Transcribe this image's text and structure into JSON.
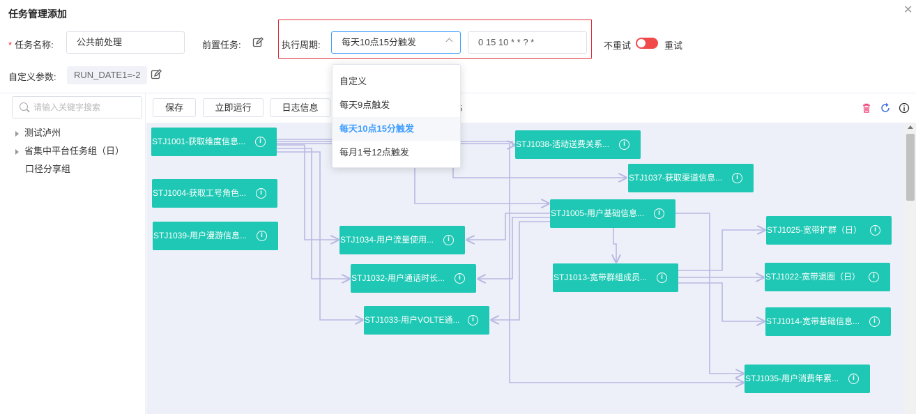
{
  "dialog": {
    "title": "任务管理添加"
  },
  "form": {
    "task_name_label": "任务名称:",
    "task_name_required": "*",
    "task_name_value": "公共前处理",
    "pre_task_label": "前置任务:",
    "cycle_label": "执行周期:",
    "cycle_selected": "每天10点15分触发",
    "cron_value": "0 15 10 * * ? *",
    "no_retry_label": "不重试",
    "retry_label": "重试",
    "param_label": "自定义参数:",
    "param_value": "RUN_DATE1=-2"
  },
  "dropdown": {
    "options": [
      "自定义",
      "每天9点触发",
      "每天10点15分触发",
      "每月1号12点触发"
    ],
    "selected_index": 2
  },
  "sidebar": {
    "search_placeholder": "请输入关键字搜索",
    "items": [
      "测试泸州",
      "省集中平台任务组（日）",
      "口径分享组"
    ]
  },
  "toolbar": {
    "save_label": "保存",
    "run_label": "立即运行",
    "log_label": "日志信息",
    "hidden_tail": "5"
  },
  "nodes": [
    "STJ1001-获取维度信息...",
    "STJ1004-获取工号角色...",
    "STJ1039-用户漫游信息...",
    "STJ1038-活动送费关系...",
    "STJ1037-获取渠道信息...",
    "STJ1005-用户基础信息...",
    "STJ1034-用户流量使用...",
    "STJ1032-用户通话时长...",
    "STJ1033-用户VOLTE通...",
    "STJ1013-宽带群组成员...",
    "STJ1025-宽带扩群（日）",
    "STJ1022-宽带退圈（日）",
    "STJ1014-宽带基础信息...",
    "STJ1035-用户消费年累..."
  ],
  "colors": {
    "node": "#1ec8b4",
    "edge": "#b8b9e2",
    "accent": "#409eff",
    "switch": "#f04a4a",
    "highlight": "#e0303a",
    "canvas": "#eef0f9"
  }
}
